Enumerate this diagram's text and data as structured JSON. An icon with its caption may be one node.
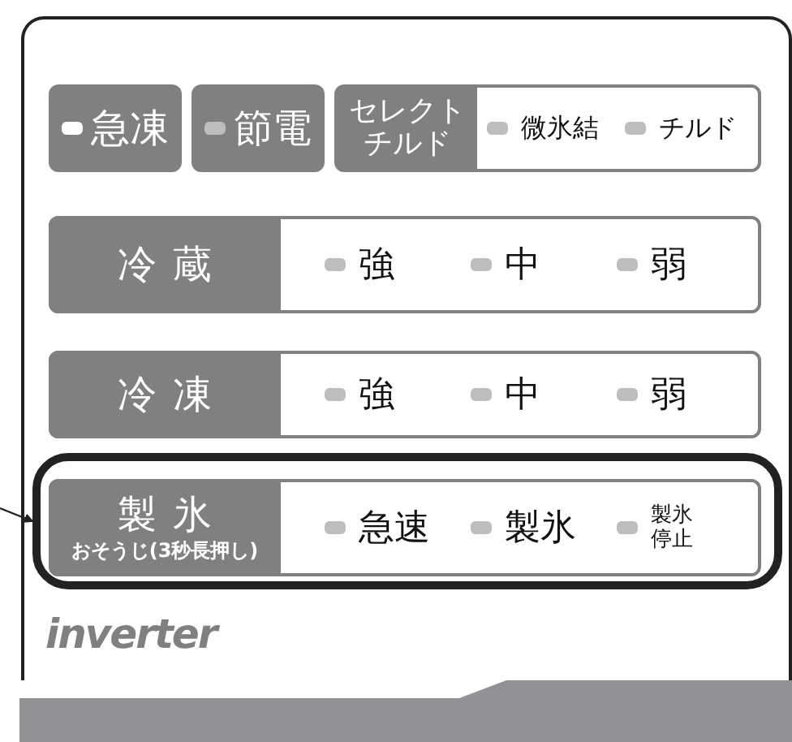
{
  "diagram": {
    "nodes": [
      {
        "text": [],
        "shape": "box"
      },
      {
        "text": [
          "急凍"
        ],
        "in": 0
      },
      {
        "text": [
          "節電"
        ],
        "in": 0
      },
      {
        "text": [
          "セレクトチルド"
        ],
        "in": 0
      },
      {
        "text": [
          "微氷結"
        ],
        "in": 3
      },
      {
        "text": [
          "チルド"
        ],
        "in": 3
      },
      {
        "text": [
          "冷蔵"
        ],
        "in": 0
      },
      {
        "text": [
          "強"
        ],
        "in": 6
      },
      {
        "text": [
          "中"
        ],
        "in": 6
      },
      {
        "text": [
          "弱"
        ],
        "in": 6
      },
      {
        "text": [
          "冷凍"
        ],
        "in": 0
      },
      {
        "text": [
          "強"
        ],
        "in": 10
      },
      {
        "text": [
          "中"
        ],
        "in": 10
      },
      {
        "text": [
          "弱"
        ],
        "in": 10
      },
      {
        "text": [],
        "shape": "box",
        "in": 0
      },
      {
        "text": [
          "製氷",
          "おそうじ(3秒長押し)"
        ],
        "in": 14
      },
      {
        "text": [
          "急速"
        ],
        "in": 15
      },
      {
        "text": [
          "製氷"
        ],
        "in": 15
      },
      {
        "text": [
          "製氷停止"
        ],
        "in": 15
      }
    ],
    "edges": [
      {
        "from": null,
        "to": 14,
        "arrow": "to"
      }
    ],
    "labels": [
      "inverter"
    ]
  }
}
